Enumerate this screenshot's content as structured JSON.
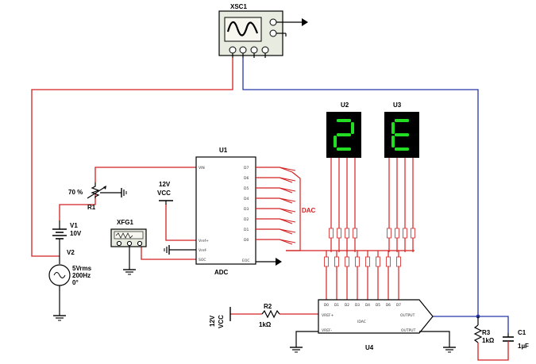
{
  "components": {
    "scope": {
      "ref": "XSC1"
    },
    "u1": {
      "ref": "U1",
      "type": "ADC",
      "inputs": [
        "VIN",
        "Vref+",
        "Vref-",
        "SOC"
      ],
      "outputs": [
        "D7",
        "D6",
        "D5",
        "D4",
        "D3",
        "D2",
        "D1",
        "D0",
        "EOC"
      ]
    },
    "u2": {
      "ref": "U2",
      "digit": "2"
    },
    "u3": {
      "ref": "U3",
      "digit": "E"
    },
    "u4": {
      "ref": "U4",
      "left_pins": [
        "VREF+",
        "VREF-"
      ],
      "center": "IDAC",
      "right_pin": "OUTPUT",
      "pin_top": [
        "D0",
        "D1",
        "D2",
        "D3",
        "D4",
        "D5",
        "D6",
        "D7"
      ]
    },
    "r1": {
      "ref": "R1",
      "value": "70 %"
    },
    "r2": {
      "ref": "R2",
      "value": "1kΩ"
    },
    "r3": {
      "ref": "R3",
      "value": "1kΩ"
    },
    "c1": {
      "ref": "C1",
      "value": "1µF"
    },
    "v1": {
      "ref": "V1",
      "value": "10V"
    },
    "v2": {
      "ref": "V2",
      "value1": "5Vrms",
      "value2": "200Hz",
      "value3": "0°"
    },
    "xfg": {
      "ref": "XFG1"
    },
    "vcc1": {
      "value": "12V",
      "net": "VCC"
    },
    "vcc2": {
      "value": "12V",
      "net": "VCC"
    }
  },
  "net_labels": {
    "dac": "DAC"
  },
  "colors": {
    "red_wire": "#d42020",
    "blue_wire": "#2436a8",
    "segment_on": "#22dd22",
    "display_bg": "#000000",
    "scope_body": "#e8ebe0"
  }
}
